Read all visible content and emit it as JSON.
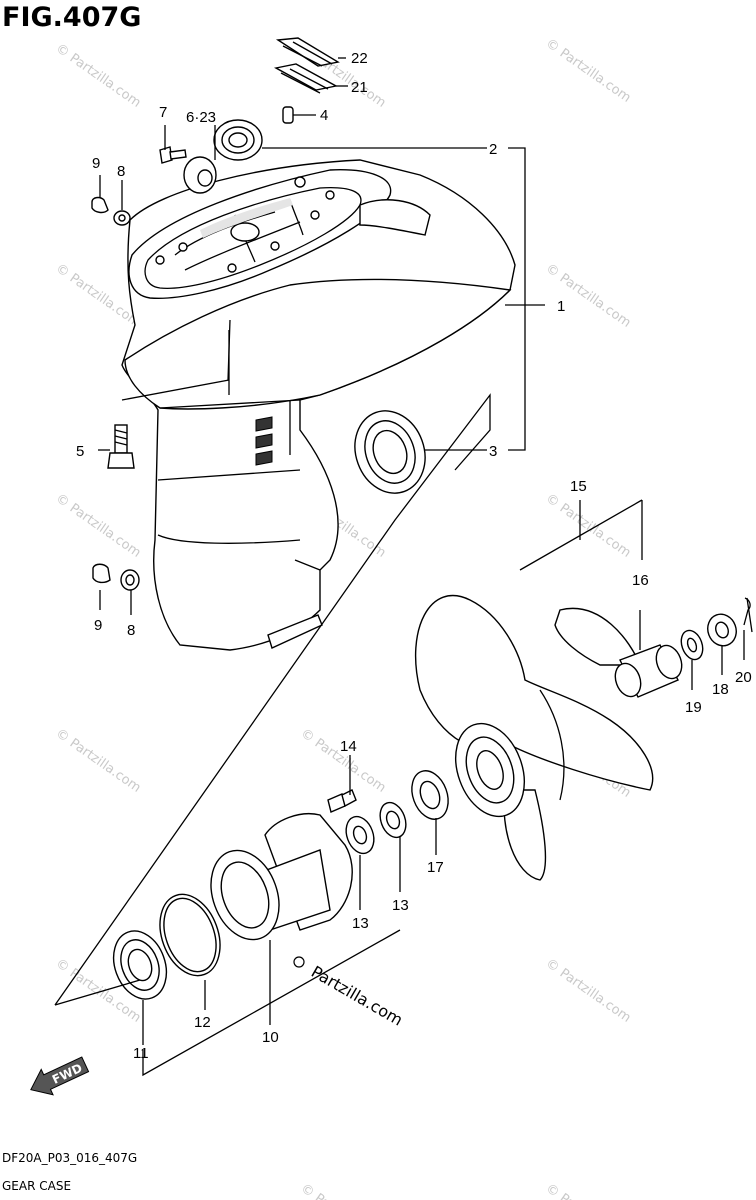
{
  "figure": {
    "title": "FIG.407G",
    "code": "DF20A_P03_016_407G",
    "name": "GEAR CASE"
  },
  "watermark": {
    "text": "© Partzilla.com",
    "brand": "Partzilla.com"
  },
  "badge": {
    "fwd": "FWD"
  },
  "callouts": [
    {
      "id": "c22",
      "label": "22"
    },
    {
      "id": "c21",
      "label": "21"
    },
    {
      "id": "c4",
      "label": "4"
    },
    {
      "id": "c7",
      "label": "7"
    },
    {
      "id": "c623",
      "label": "6·23"
    },
    {
      "id": "c2",
      "label": "2"
    },
    {
      "id": "c9a",
      "label": "9"
    },
    {
      "id": "c8a",
      "label": "8"
    },
    {
      "id": "c1",
      "label": "1"
    },
    {
      "id": "c5",
      "label": "5"
    },
    {
      "id": "c3",
      "label": "3"
    },
    {
      "id": "c15",
      "label": "15"
    },
    {
      "id": "c16",
      "label": "16"
    },
    {
      "id": "c9b",
      "label": "9"
    },
    {
      "id": "c8b",
      "label": "8"
    },
    {
      "id": "c20",
      "label": "20"
    },
    {
      "id": "c18",
      "label": "18"
    },
    {
      "id": "c19",
      "label": "19"
    },
    {
      "id": "c14",
      "label": "14"
    },
    {
      "id": "c17",
      "label": "17"
    },
    {
      "id": "c13a",
      "label": "13"
    },
    {
      "id": "c13b",
      "label": "13"
    },
    {
      "id": "c12",
      "label": "12"
    },
    {
      "id": "c10",
      "label": "10"
    },
    {
      "id": "c11",
      "label": "11"
    }
  ]
}
